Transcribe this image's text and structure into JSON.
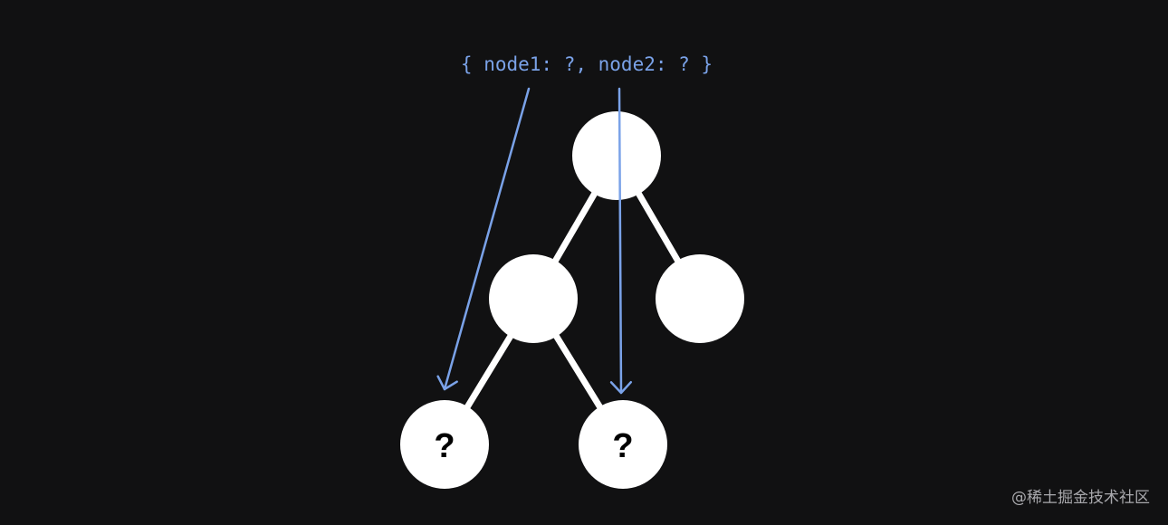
{
  "header": {
    "label": "{ node1: ?, node2: ? }"
  },
  "tree": {
    "nodes": [
      {
        "id": "root",
        "text": ""
      },
      {
        "id": "left",
        "text": ""
      },
      {
        "id": "right",
        "text": ""
      },
      {
        "id": "left-left",
        "text": "?"
      },
      {
        "id": "left-right",
        "text": "?"
      }
    ],
    "edges": [
      {
        "from": "root",
        "to": "left"
      },
      {
        "from": "root",
        "to": "right"
      },
      {
        "from": "left",
        "to": "left-left"
      },
      {
        "from": "left",
        "to": "left-right"
      }
    ],
    "pointers": [
      {
        "name": "node1",
        "target": "left-left"
      },
      {
        "name": "node2",
        "target": "left-right"
      }
    ]
  },
  "colors": {
    "background": "#111112",
    "node_fill": "#ffffff",
    "edge": "#ffffff",
    "pointer": "#7aa2e8",
    "watermark": "#a9a9ad"
  },
  "watermark": {
    "text": "@稀土掘金技术社区"
  }
}
